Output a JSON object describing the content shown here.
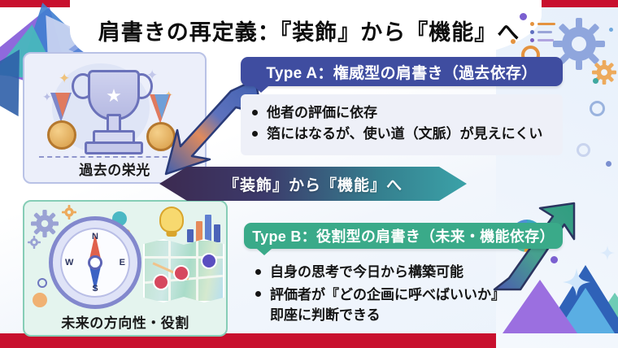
{
  "slide": {
    "title": "肩書きの再定義：『装飾』から『機能』へ",
    "accent_top_color": "#c8102e",
    "accent_bottom_color": "#c8102e"
  },
  "image_cards": [
    {
      "name": "past-glory",
      "caption": "過去の栄光",
      "illustration": "trophy-medals-icon",
      "border_color": "#b9c2e6",
      "background_color": "#eceffa"
    },
    {
      "name": "future-direction",
      "caption": "未来の方向性・役割",
      "illustration": "compass-map-icon",
      "border_color": "#86cdb6",
      "background_color": "#e4f4ee"
    }
  ],
  "transition_banner": {
    "label": "『装飾』から『機能』へ",
    "start_color": "#3c2a50",
    "end_color": "#3ba2a8"
  },
  "panels": [
    {
      "id": "type-a",
      "header": "Type A：権威型の肩書き（過去依存）",
      "header_color": "#3f4da0",
      "body_color": "#eef0f8",
      "bullets": [
        "他者の評価に依存",
        "箔にはなるが、使い道（文脈）が見えにくい"
      ]
    },
    {
      "id": "type-b",
      "header": "Type B：役割型の肩書き（未来・機能依存）",
      "header_color": "#3aaa89",
      "body_color": "#e6f5ef",
      "bullets": [
        "自身の思考で今日から構築可能",
        "評価者が『どの企画に呼べばいいか』",
        "即座に判断できる"
      ]
    }
  ],
  "arrows": [
    {
      "name": "down-left-arrow",
      "direction": "down-left",
      "colors": [
        "#e08a5c",
        "#3f5fb0"
      ]
    },
    {
      "name": "up-right-arrow",
      "direction": "up-right",
      "colors": [
        "#3aa889",
        "#4c5bb0"
      ]
    }
  ],
  "compass": {
    "north": "N",
    "south": "S",
    "east": "E",
    "west": "W"
  },
  "decorations": [
    "gear-icon",
    "gear-small-icon",
    "bullet-lines-icon",
    "pie-chart-icon",
    "bar-chart-icon",
    "lightbulb-icon",
    "map-pin-icon",
    "sparkle-icon",
    "triangle-shape",
    "circle-dot"
  ]
}
